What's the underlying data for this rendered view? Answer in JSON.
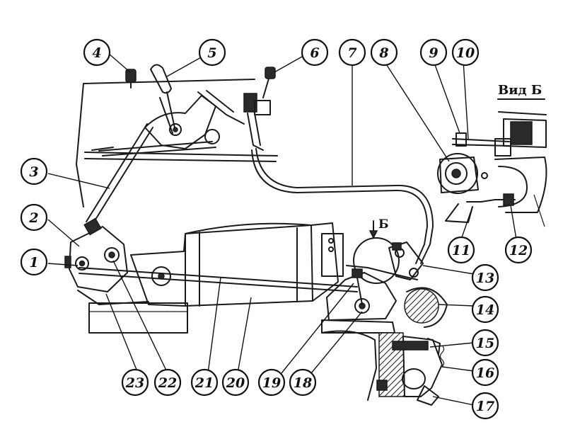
{
  "diagram": {
    "view_label": "Вид Б",
    "arrow_label": "Б",
    "callouts": [
      "1",
      "2",
      "3",
      "4",
      "5",
      "6",
      "7",
      "8",
      "9",
      "10",
      "11",
      "12",
      "13",
      "14",
      "15",
      "16",
      "17",
      "18",
      "19",
      "20",
      "21",
      "22",
      "23"
    ]
  }
}
